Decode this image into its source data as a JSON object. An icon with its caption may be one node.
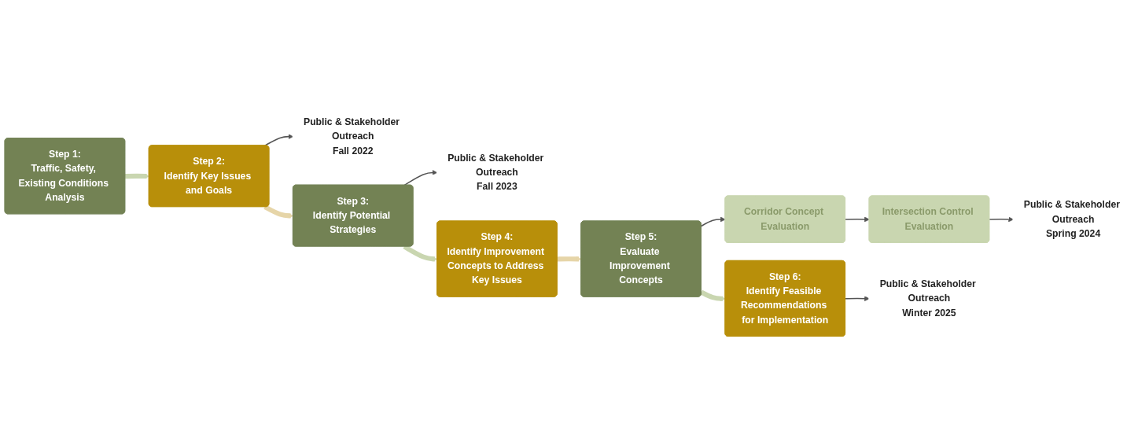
{
  "diagram": {
    "nodes": [
      {
        "text": [
          "Step 1:",
          "Traffic, Safety, Existing Conditions Analysis"
        ]
      },
      {
        "text": [
          "Step 2:",
          "Identify Key Issues and Goals"
        ]
      },
      {
        "text": [
          "Public & Stakeholder Outreach",
          "Fall 2022"
        ]
      },
      {
        "text": [
          "Step 3:",
          "Identify Potential Strategies"
        ]
      },
      {
        "text": [
          "Public & Stakeholder Outreach",
          "Fall 2023"
        ]
      },
      {
        "text": [
          "Step 4:",
          "Identify Improvement Concepts to Address Key Issues"
        ]
      },
      {
        "text": [
          "Step 5:",
          "Evaluate Improvement Concepts"
        ]
      },
      {
        "text": [
          "Corridor Concept Evaluation"
        ]
      },
      {
        "text": [
          "Intersection Control Evaluation"
        ]
      },
      {
        "text": [
          "Public & Stakeholder Outreach",
          "Spring 2024"
        ]
      },
      {
        "text": [
          "Step 6:",
          "Identify Feasible Recommendations for Implementation"
        ]
      },
      {
        "text": [
          "Public & Stakeholder Outreach",
          "Winter 2025"
        ]
      }
    ],
    "edges": [
      {
        "from": 0,
        "to": 1,
        "arrow": "to",
        "style": "thick",
        "color": "#c9d6b0"
      },
      {
        "from": 1,
        "to": 3,
        "arrow": "to",
        "style": "thick",
        "color": "#e6d5a8"
      },
      {
        "from": 3,
        "to": 5,
        "arrow": "to",
        "style": "thick",
        "color": "#c9d6b0"
      },
      {
        "from": 5,
        "to": 6,
        "arrow": "to",
        "style": "thick",
        "color": "#e6d5a8"
      },
      {
        "from": 6,
        "to": 10,
        "arrow": "to",
        "style": "thick",
        "color": "#c9d6b0"
      },
      {
        "from": 1,
        "to": 2,
        "arrow": "to"
      },
      {
        "from": 3,
        "to": 4,
        "arrow": "to"
      },
      {
        "from": 6,
        "to": 7,
        "arrow": "to"
      },
      {
        "from": 7,
        "to": 8,
        "arrow": "to"
      },
      {
        "from": 8,
        "to": 9,
        "arrow": "to"
      },
      {
        "from": 10,
        "to": 11,
        "arrow": "to"
      }
    ]
  }
}
